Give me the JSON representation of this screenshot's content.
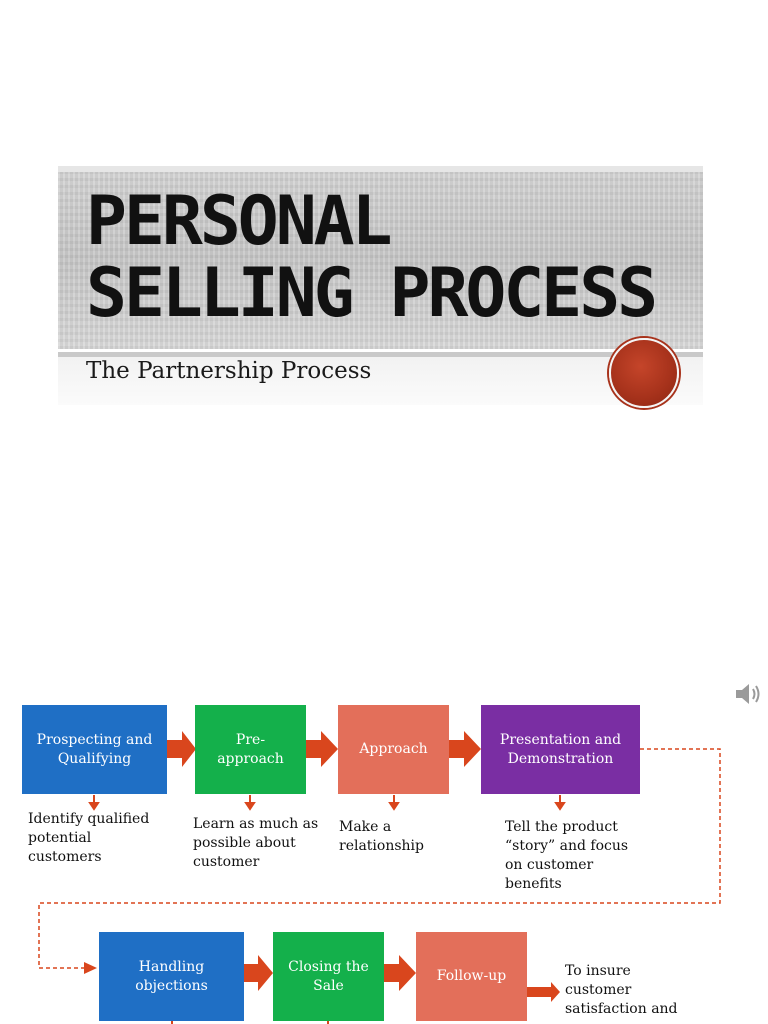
{
  "slide": {
    "title": "Personal Selling Process",
    "subtitle": "The Partnership Process"
  },
  "icons": {
    "speaker": "speaker-icon",
    "medallion": "decorative-circle"
  },
  "colors": {
    "blue": "#1f6fc5",
    "green": "#14b04b",
    "salmon": "#e36f5a",
    "purple": "#7a2ea3",
    "arrow": "#d9461d"
  },
  "steps": [
    {
      "label": "Prospecting and Qualifying",
      "note": "Identify qualified potential customers"
    },
    {
      "label": "Pre-approach",
      "note": "Learn as much as possible about customer"
    },
    {
      "label": "Approach",
      "note": "Make a relationship"
    },
    {
      "label": "Presentation and Demonstration",
      "note": "Tell the product “story” and focus on customer benefits"
    },
    {
      "label": "Handling objections"
    },
    {
      "label": "Closing the Sale"
    },
    {
      "label": "Follow-up",
      "note": "To insure customer satisfaction and"
    }
  ]
}
